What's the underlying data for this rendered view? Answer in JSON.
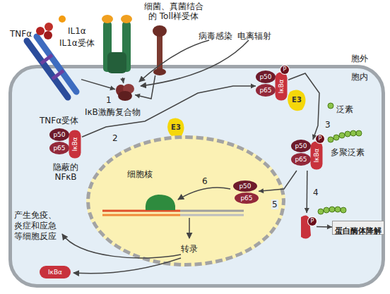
{
  "diagram": {
    "nodes": [
      {
        "text": [
          "胞内"
        ]
      },
      {
        "text": [
          "TNFα受体"
        ]
      },
      {
        "text": [
          "IL1α受体"
        ]
      },
      {
        "text": [
          "细菌、真菌结合的 Toll样受体"
        ]
      },
      {
        "text": [
          "IκB激酶复合物"
        ],
        "in": 0
      },
      {
        "text": [
          "p50",
          "p65",
          "IκBα",
          "隐蔽的NFκB"
        ],
        "in": 0
      },
      {
        "text": [
          "E3"
        ],
        "in": 0
      },
      {
        "text": [
          "p50",
          "p65",
          "IκBα",
          "P"
        ],
        "in": 0
      },
      {
        "text": [
          "E3"
        ],
        "in": 0
      },
      {
        "text": [
          "p50",
          "p65",
          "IκBα",
          "P"
        ],
        "in": 0
      },
      {
        "text": [
          "细胞核"
        ],
        "in": 0
      },
      {
        "text": [
          "p50",
          "p65"
        ],
        "in": 10
      },
      {
        "text": [
          "P"
        ],
        "in": 0
      },
      {
        "text": [
          "蛋白酶体降解"
        ],
        "in": 0
      },
      {
        "text": [
          "IκBα"
        ],
        "in": 0
      }
    ],
    "edges": [
      {
        "from": 1,
        "to": 4,
        "arrow": "to"
      },
      {
        "from": 2,
        "to": 4,
        "arrow": "to"
      },
      {
        "from": 3,
        "to": 4,
        "arrow": "to"
      },
      {
        "from": 5,
        "to": 7,
        "label": "2",
        "arrow": "to"
      },
      {
        "from": 7,
        "to": 9,
        "label": "3",
        "arrow": "to"
      },
      {
        "from": 9,
        "to": 12,
        "label": "4",
        "arrow": "to"
      },
      {
        "from": 9,
        "to": 11,
        "label": "5",
        "arrow": "to"
      },
      {
        "from": 12,
        "to": 13,
        "arrow": "to"
      }
    ],
    "labels": [
      "TNFα",
      "IL1α",
      "病毒感染",
      "电离辐射",
      "胞外",
      "1",
      "泛素",
      "多聚泛素",
      "6",
      "转录",
      "产生免疫、炎症和应急等细胞反应"
    ]
  }
}
